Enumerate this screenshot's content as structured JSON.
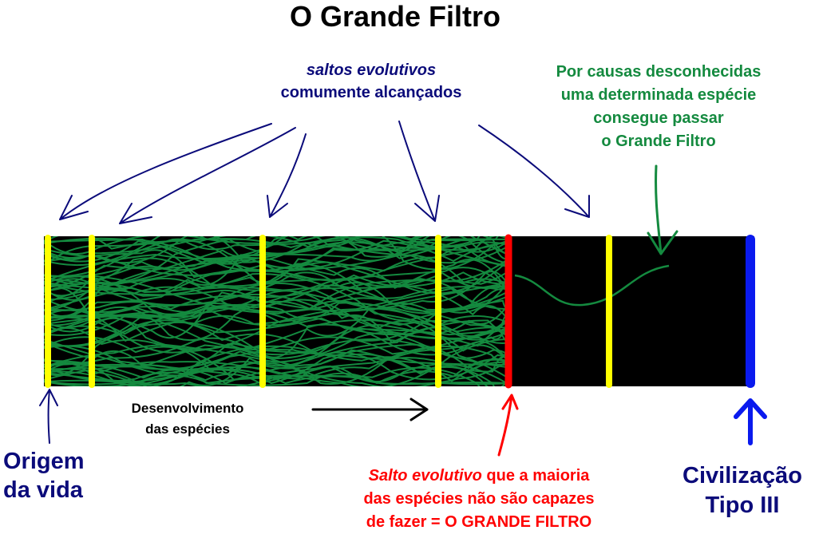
{
  "title": "O Grande Filtro",
  "top_label": {
    "line1": "saltos evolutivos",
    "line2": "comumente alcançados"
  },
  "right_label": {
    "line1": "Por causas desconhecidas",
    "line2": "uma determinada espécie",
    "line3": "consegue passar",
    "line4": "o Grande Filtro"
  },
  "development_label": {
    "line1": "Desenvolvimento",
    "line2": "das espécies"
  },
  "origin_label": {
    "line1": "Origem",
    "line2": "da vida"
  },
  "filter_label": {
    "italic": "Salto evolutivo",
    "rest1": " que a maioria",
    "line2": "das espécies não são capazes",
    "line3": "de fazer = O GRANDE FILTRO"
  },
  "end_label": {
    "line1": "Civilização",
    "line2": "Tipo III"
  },
  "colors": {
    "navy": "#0b0b7a",
    "green": "#148a3f",
    "yellow": "#ffff00",
    "red": "#ff0000",
    "blue": "#0a1aee",
    "bar": "#000000"
  }
}
